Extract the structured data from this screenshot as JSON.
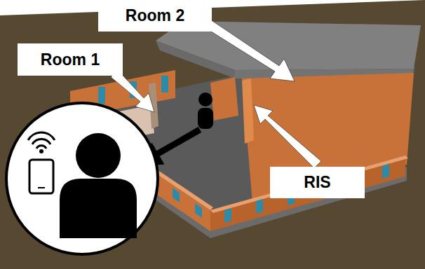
{
  "diagram": {
    "nodes": [
      {
        "text": [
          "Room 2"
        ]
      },
      {
        "text": [
          "Room 1"
        ]
      },
      {
        "text": [
          "RIS"
        ]
      }
    ]
  }
}
